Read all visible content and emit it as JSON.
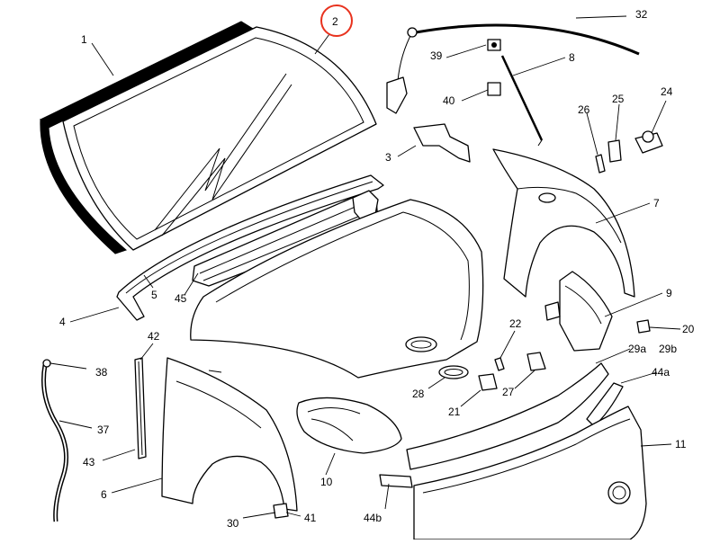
{
  "diagram": {
    "highlight_color": "#e8321e",
    "line_color": "#000000",
    "callouts": {
      "c1": "1",
      "c2": "2",
      "c3": "3",
      "c4": "4",
      "c5": "5",
      "c6": "6",
      "c7": "7",
      "c8": "8",
      "c9": "9",
      "c10": "10",
      "c11": "11",
      "c20": "20",
      "c21": "21",
      "c22": "22",
      "c24": "24",
      "c25": "25",
      "c26": "26",
      "c27": "27",
      "c28": "28",
      "c29a": "29a",
      "c29b": "29b",
      "c30": "30",
      "c32": "32",
      "c37": "37",
      "c38": "38",
      "c39": "39",
      "c40": "40",
      "c41": "41",
      "c42": "42",
      "c43": "43",
      "c44a": "44a",
      "c44b": "44b",
      "c45": "45"
    }
  }
}
